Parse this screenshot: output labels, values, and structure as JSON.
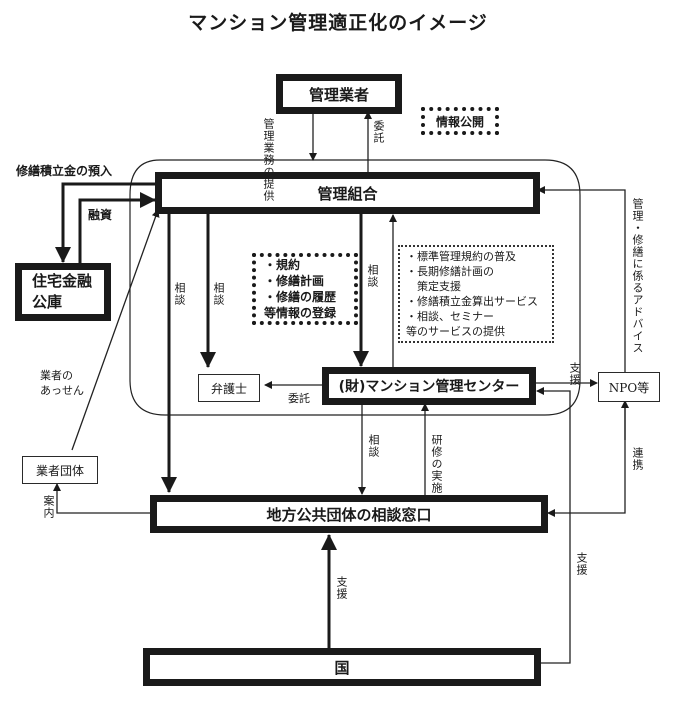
{
  "title": "マンション管理適正化のイメージ",
  "nodes": {
    "management_company": "管理業者",
    "info_disclosure": "情報公開",
    "management_association": "管理組合",
    "housing_loan_corp_line1": "住宅金融",
    "housing_loan_corp_line2": "公庫",
    "lawyer": "弁護士",
    "mansion_center": "(財)マンション管理センター",
    "npo": "NPO等",
    "industry_group": "業者団体",
    "local_gov_window": "地方公共団体の相談窓口",
    "national_gov": "国"
  },
  "registration_box": {
    "items": [
      "・規約",
      "・修繕計画",
      "・修繕の履歴",
      "等情報の登録"
    ]
  },
  "center_services_box": {
    "items": [
      "・標準管理規約の普及",
      "・長期修繕計画の",
      "　策定支援",
      "・修繕積立金算出サービス",
      "・相談、セミナー",
      "等のサービスの提供"
    ]
  },
  "edge_labels": {
    "provide_services": "管理業務の提供",
    "entrust_company": "委託",
    "deposit_reserve": "修繕積立金の預入",
    "financing": "融資",
    "consult_left": "相談",
    "consult_mid": "相談",
    "consult_center": "相談",
    "advice": "管理・修繕に係るアドバイス",
    "referral_line1": "業者の",
    "referral_line2": "あっせん",
    "entrust_lawyer": "委託",
    "support_npo": "支援",
    "consult_window": "相談",
    "training": "研修の実施",
    "cooperation": "連携",
    "guidance": "案内",
    "support_right": "支援",
    "support_national": "支援"
  }
}
